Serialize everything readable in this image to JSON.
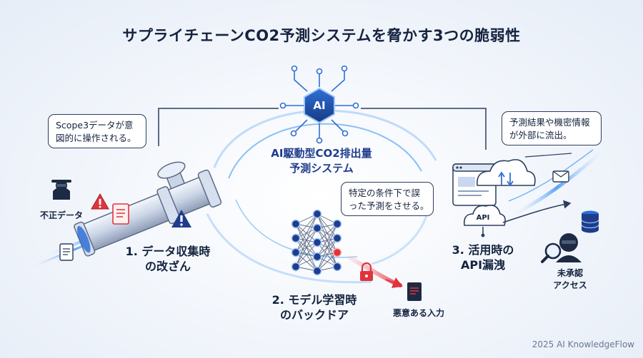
{
  "title": "サプライチェーンCO2予測システムを脅かす3つの脆弱性",
  "center": {
    "ai_label": "AI",
    "title_lines": [
      "AI駆動型CO2排出量",
      "予測システム"
    ]
  },
  "stages": [
    {
      "label_lines": [
        "1. データ収集時",
        "の改ざん"
      ]
    },
    {
      "label_lines": [
        "2. モデル学習時",
        "のバックドア"
      ]
    },
    {
      "label_lines": [
        "3. 活用時の",
        "API漏洩"
      ]
    }
  ],
  "bubbles": {
    "scope3": [
      "Scope3データが意",
      "図的に操作される。"
    ],
    "backdoor": [
      "特定の条件下で誤",
      "った予測をさせる。"
    ],
    "leak": [
      "予測結果や機密情報",
      "が外部に流出。"
    ]
  },
  "labels": {
    "bad_data": "不正データ",
    "malicious_input": "悪意ある入力",
    "unauthorized_lines": [
      "未承認",
      "アクセス"
    ],
    "api": "API"
  },
  "footer": "2025 AI KnowledgeFlow",
  "colors": {
    "navy": "#1f3d8c",
    "accent_blue": "#2f6fd6",
    "danger_red": "#e0343c",
    "ink": "#14233f"
  }
}
